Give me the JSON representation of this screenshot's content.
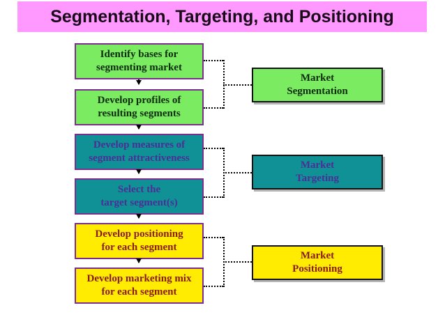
{
  "slide": {
    "title": "Segmentation, Targeting, and Positioning",
    "banner_color": "#ff99ff"
  },
  "process_steps": [
    {
      "id": "identify-bases",
      "line1": "Identify bases for",
      "line2": "segmenting market",
      "fill": "#7bec62",
      "border": "#7b2d8e",
      "text_color": "#0d2b0d"
    },
    {
      "id": "develop-profiles",
      "line1": "Develop profiles of",
      "line2": "resulting segments",
      "fill": "#7bec62",
      "border": "#7b2d8e",
      "text_color": "#0d2b0d"
    },
    {
      "id": "develop-measures",
      "line1": "Develop measures of",
      "line2": "segment attractiveness",
      "fill": "#0f9196",
      "border": "#7b2d8e",
      "text_color": "#4b2f96"
    },
    {
      "id": "select-target",
      "line1": "Select the",
      "line2": "target segment(s)",
      "fill": "#0f9196",
      "border": "#7b2d8e",
      "text_color": "#4b2f96"
    },
    {
      "id": "develop-positioning",
      "line1": "Develop positioning",
      "line2": "for each segment",
      "fill": "#ffec00",
      "border": "#7b2d8e",
      "text_color": "#8b1a1a"
    },
    {
      "id": "develop-marketing-mix",
      "line1": "Develop marketing mix",
      "line2": "for each segment",
      "fill": "#ffec00",
      "border": "#7b2d8e",
      "text_color": "#8b1a1a"
    }
  ],
  "stage_labels": [
    {
      "id": "market-segmentation",
      "line1": "Market",
      "line2": "Segmentation",
      "fill": "#7bec62",
      "border": "#111111",
      "text_color": "#0d2b0d"
    },
    {
      "id": "market-targeting",
      "line1": "Market",
      "line2": "Targeting",
      "fill": "#0f9196",
      "border": "#111111",
      "text_color": "#4b2f96"
    },
    {
      "id": "market-positioning",
      "line1": "Market",
      "line2": "Positioning",
      "fill": "#ffec00",
      "border": "#111111",
      "text_color": "#8b1a1a"
    }
  ]
}
